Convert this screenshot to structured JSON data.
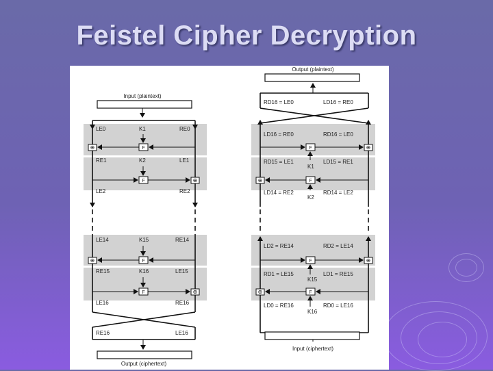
{
  "title": "Feistel Cipher Decryption",
  "encryption": {
    "input": "Input (plaintext)",
    "output": "Output (ciphertext)",
    "round1_top": {
      "left": "LE0",
      "key": "K1",
      "right": "RE0"
    },
    "round1_mid": {
      "left": "RE1",
      "key": "K2",
      "right": "LE1"
    },
    "round2_out": {
      "left": "LE2",
      "right": "RE2"
    },
    "round15_top": {
      "left": "LE14",
      "key": "K15",
      "right": "RE14"
    },
    "round15_mid": {
      "left": "RE15",
      "key": "K16",
      "right": "LE15"
    },
    "round16_out": {
      "left": "LE16",
      "right": "RE16"
    },
    "final": {
      "left": "RE16",
      "right": "LE16"
    }
  },
  "decryption": {
    "output": "Output (plaintext)",
    "input": "Input (ciphertext)",
    "final": {
      "left": "RD16 = LE0",
      "right": "LD16 = RE0"
    },
    "row1": {
      "left": "LD16 = RE0",
      "right": "RD16 = LE0"
    },
    "row2": {
      "left": "RD15 = LE1",
      "key": "K1",
      "right": "LD15 = RE1"
    },
    "row3": {
      "left": "LD14 = RE2",
      "key": "K2",
      "right": "RD14 = LE2"
    },
    "row4": {
      "left": "LD2 = RE14",
      "right": "RD2 = LE14"
    },
    "row5": {
      "left": "RD1 = LE15",
      "key": "K15",
      "right": "LD1 = RE15"
    },
    "row6": {
      "left": "LD0 = RE16",
      "key": "K16",
      "right": "RD0 = LE16"
    }
  },
  "symbols": {
    "function": "F",
    "xor": "⊕"
  }
}
